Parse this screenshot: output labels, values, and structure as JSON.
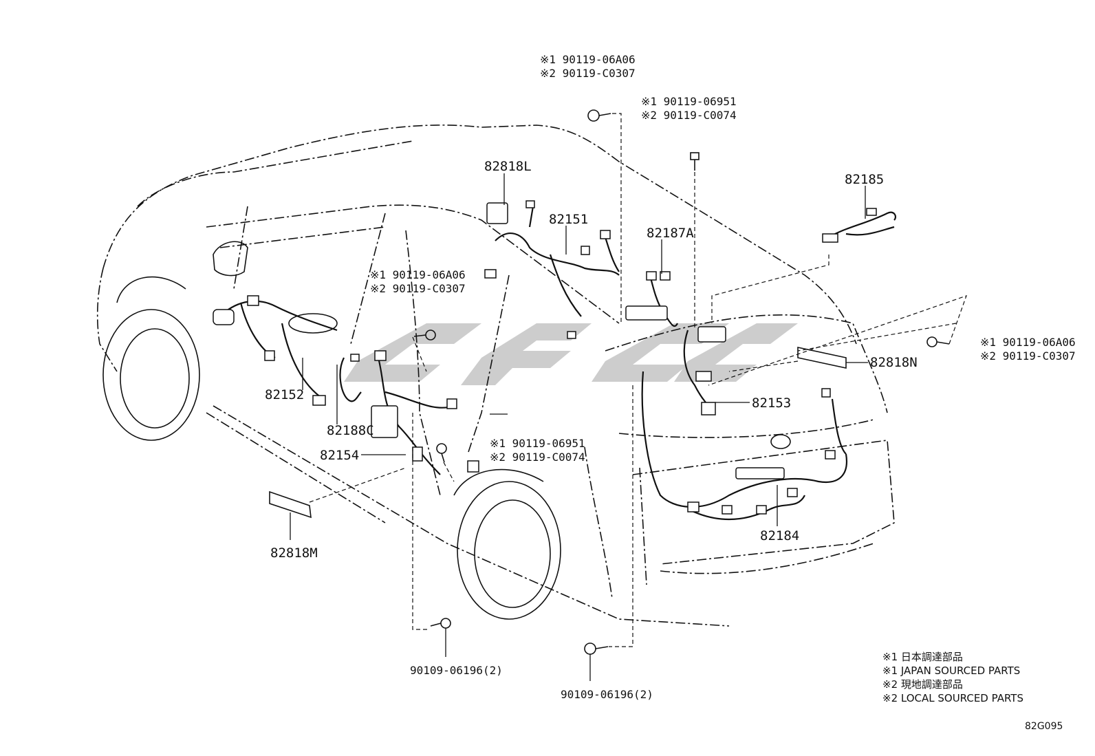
{
  "diagram_code": "82G095",
  "watermark": "CFC",
  "legend": [
    "※1 日本調達部品",
    "※1 JAPAN SOURCED PARTS",
    "※2 現地調達部品",
    "※2 LOCAL SOURCED PARTS"
  ],
  "bolt_callouts": {
    "top_center": [
      "※1 90119-06A06",
      "※2 90119-C0307"
    ],
    "top_right": [
      "※1 90119-06951",
      "※2 90119-C0074"
    ],
    "mid_left": [
      "※1 90119-06A06",
      "※2 90119-C0307"
    ],
    "right": [
      "※1 90119-06A06",
      "※2 90119-C0307"
    ],
    "center": [
      "※1 90119-06951",
      "※2 90119-C0074"
    ]
  },
  "bottom_bolts": {
    "left": "90109-06196(2)",
    "right": "90109-06196(2)"
  },
  "parts": {
    "p82818L": "82818L",
    "p82151": "82151",
    "p82187A": "82187A",
    "p82185": "82185",
    "p82818N": "82818N",
    "p82153": "82153",
    "p82152": "82152",
    "p82188C": "82188C",
    "p82154": "82154",
    "p82818M": "82818M",
    "p82184": "82184"
  }
}
